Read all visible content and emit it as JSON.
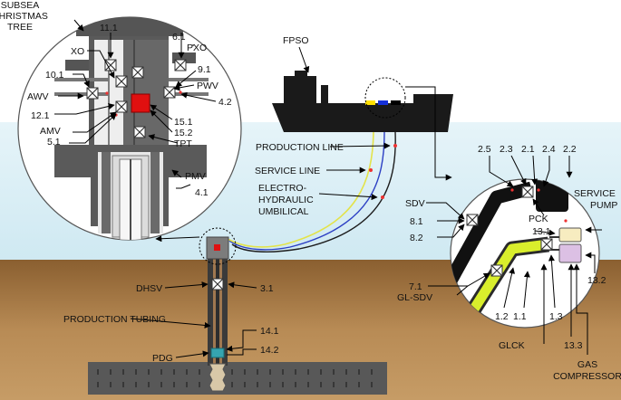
{
  "tree_title": [
    "SUBSEA",
    "CHRISTMAS",
    "TREE"
  ],
  "fpso": "FPSO",
  "labels": {
    "xo": "XO",
    "n11_1": "11.1",
    "n6_1": "6.1",
    "pxo": "PXO",
    "n10_1": "10.1",
    "n9_1": "9.1",
    "pwv": "PWV",
    "awv": "AWV",
    "n4_2": "4.2",
    "n12_1": "12.1",
    "n15_1": "15.1",
    "amv": "AMV",
    "n15_2": "15.2",
    "n5_1": "5.1",
    "tpt": "TPT",
    "pmv": "PMV",
    "n4_1": "4.1",
    "dhsv": "DHSV",
    "n3_1": "3.1",
    "production_tubing": "PRODUCTION TUBING",
    "pdg": "PDG",
    "n14_1": "14.1",
    "n14_2": "14.2",
    "production_line": "PRODUCTION LINE",
    "service_line": "SERVICE LINE",
    "umbilical": [
      "ELECTRO-",
      "HYDRAULIC",
      "UMBILICAL"
    ],
    "n2_5": "2.5",
    "n2_3": "2.3",
    "n2_1": "2.1",
    "n2_4": "2.4",
    "n2_2": "2.2",
    "sdv": "SDV",
    "pck": "PCK",
    "service_pump": [
      "SERVICE",
      "PUMP"
    ],
    "n8_1": "8.1",
    "n8_2": "8.2",
    "n13_1": "13.1",
    "n7_1": "7.1",
    "gl_sdv": "GL-SDV",
    "n13_2": "13.2",
    "n1_2": "1.2",
    "n1_1": "1.1",
    "n1_3": "1.3",
    "glck": "GLCK",
    "n13_3": "13.3",
    "gas_compressor": [
      "GAS",
      "COMPRESSOR"
    ]
  },
  "colors": {
    "sea": "#cfe9f2",
    "seabed": "#a77a45",
    "hull": "#1a1a1a",
    "production_line": "#1c1c1c",
    "service_line": "#e3e34a",
    "umbilical": "#2c3fc4",
    "tpt_sensor": "#e01010",
    "gas_lift_pipe": "#d9ee2c",
    "pdg": "#35a4b0",
    "pump": "#f7ecc0",
    "compressor": "#dcc0e4"
  }
}
